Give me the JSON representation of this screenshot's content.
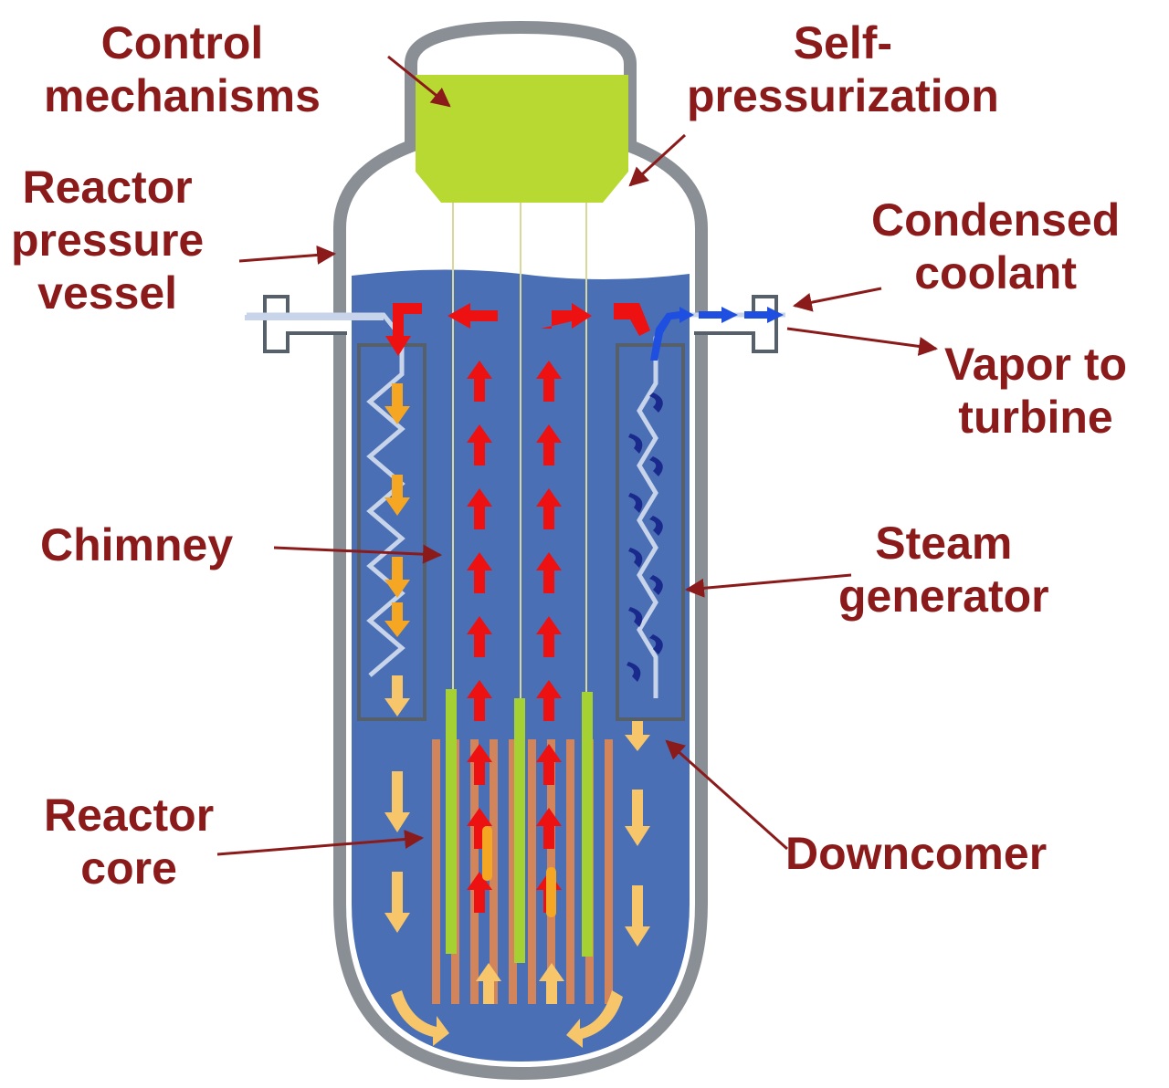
{
  "labels": {
    "control_mechanisms": [
      "Control",
      "mechanisms"
    ],
    "self_pressurization": [
      "Self-",
      "pressurization"
    ],
    "reactor_pressure_vessel": [
      "Reactor",
      "pressure",
      "vessel"
    ],
    "condensed_coolant": [
      "Condensed",
      "coolant"
    ],
    "vapor_to_turbine": [
      "Vapor to",
      "turbine"
    ],
    "chimney": [
      "Chimney"
    ],
    "steam_generator": [
      "Steam",
      "generator"
    ],
    "reactor_core": [
      "Reactor",
      "core"
    ],
    "downcomer": [
      "Downcomer"
    ]
  },
  "colors": {
    "label": "#8b1a1a",
    "vessel_shell": "#8a8f96",
    "coolant": "#4a6fb5",
    "control_block": "#b8d832",
    "hot_flow": "#ee1111",
    "warm_flow": "#f5a623",
    "cool_flow": "#f7c56a",
    "condensate": "#1e4fe0",
    "steam_coil": "#1a2a8c",
    "fuel_rod": "#d2845a",
    "control_rod": "#a6d132"
  }
}
